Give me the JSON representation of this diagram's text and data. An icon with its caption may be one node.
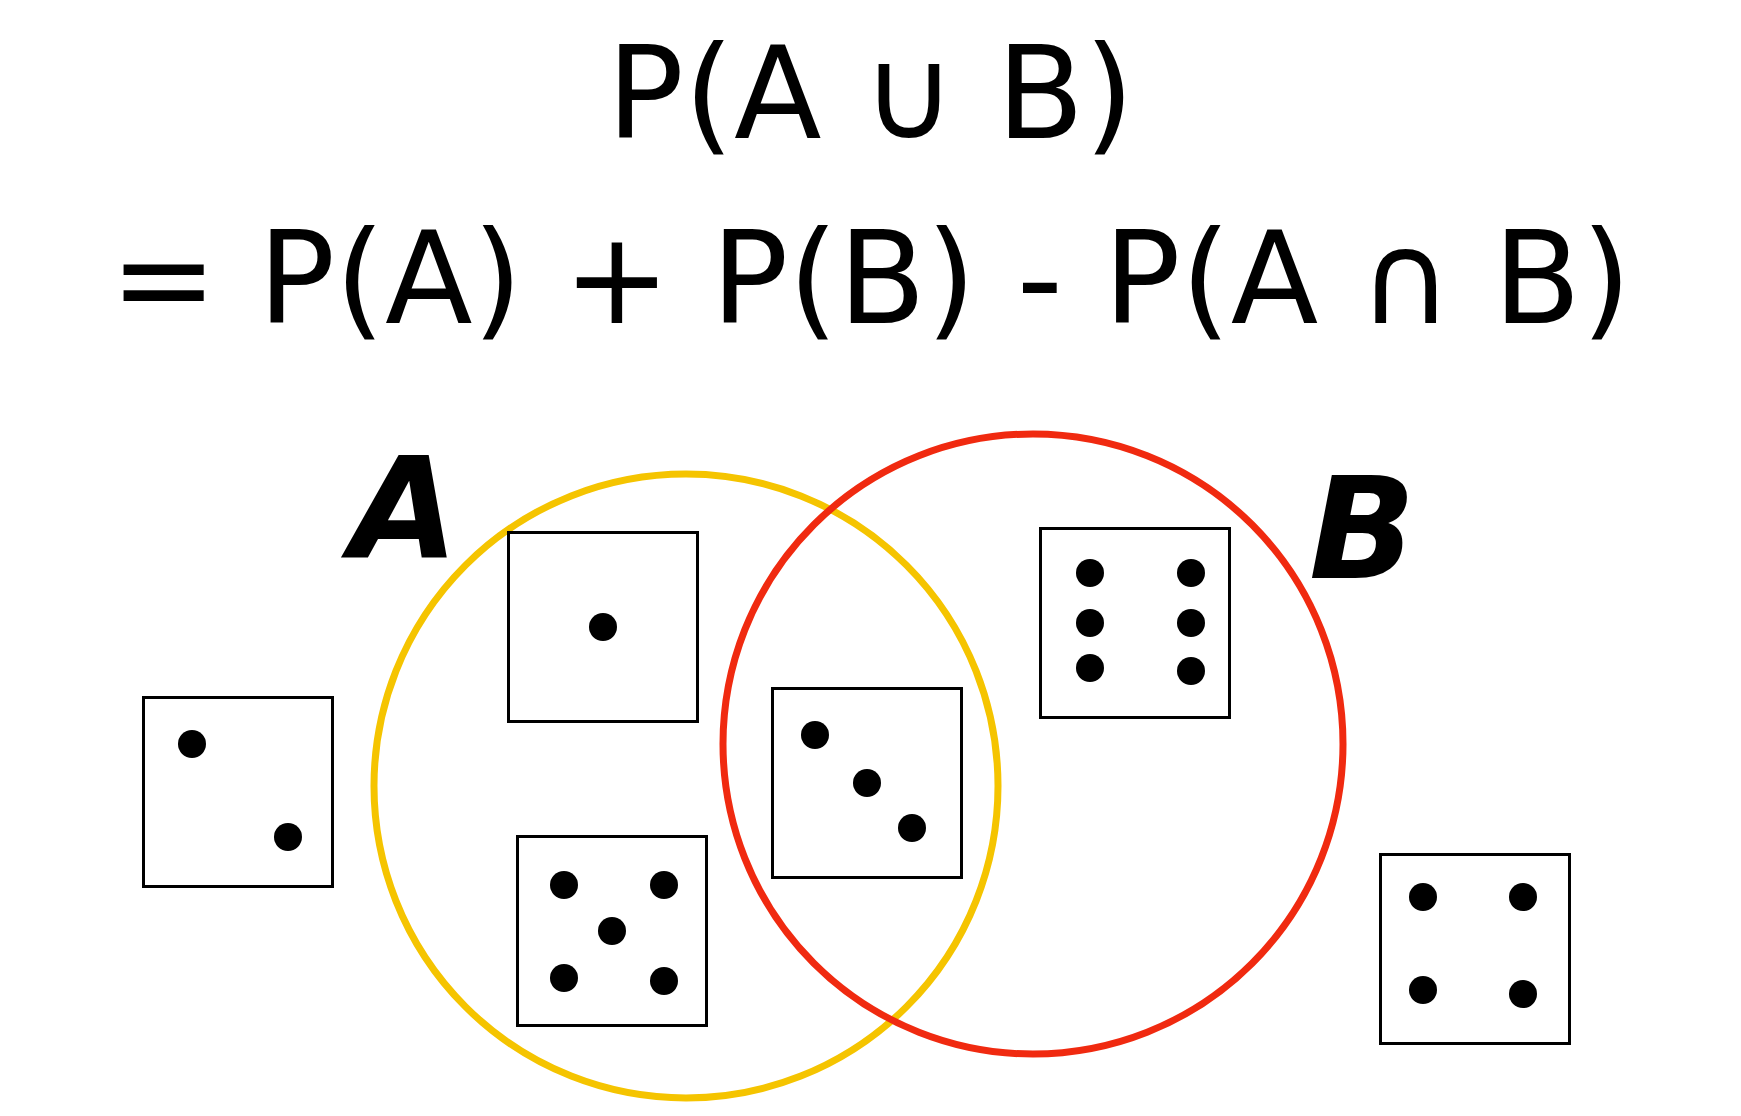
{
  "diagram": {
    "nodes": [
      {
        "text": [
          "A"
        ]
      },
      {
        "text": [
          "B"
        ]
      },
      {
        "text": [],
        "shape": "box",
        "in": 0
      },
      {
        "text": [],
        "shape": "box",
        "in": 1
      },
      {
        "text": [],
        "shape": "box"
      },
      {
        "text": [],
        "shape": "box"
      },
      {
        "text": [],
        "shape": "box",
        "in": 0
      },
      {
        "text": [],
        "shape": "box"
      }
    ],
    "edges": [],
    "labels": [
      "P(A ∪ B)",
      "= P(A) + P(B) - P(A ∩ B)"
    ]
  }
}
